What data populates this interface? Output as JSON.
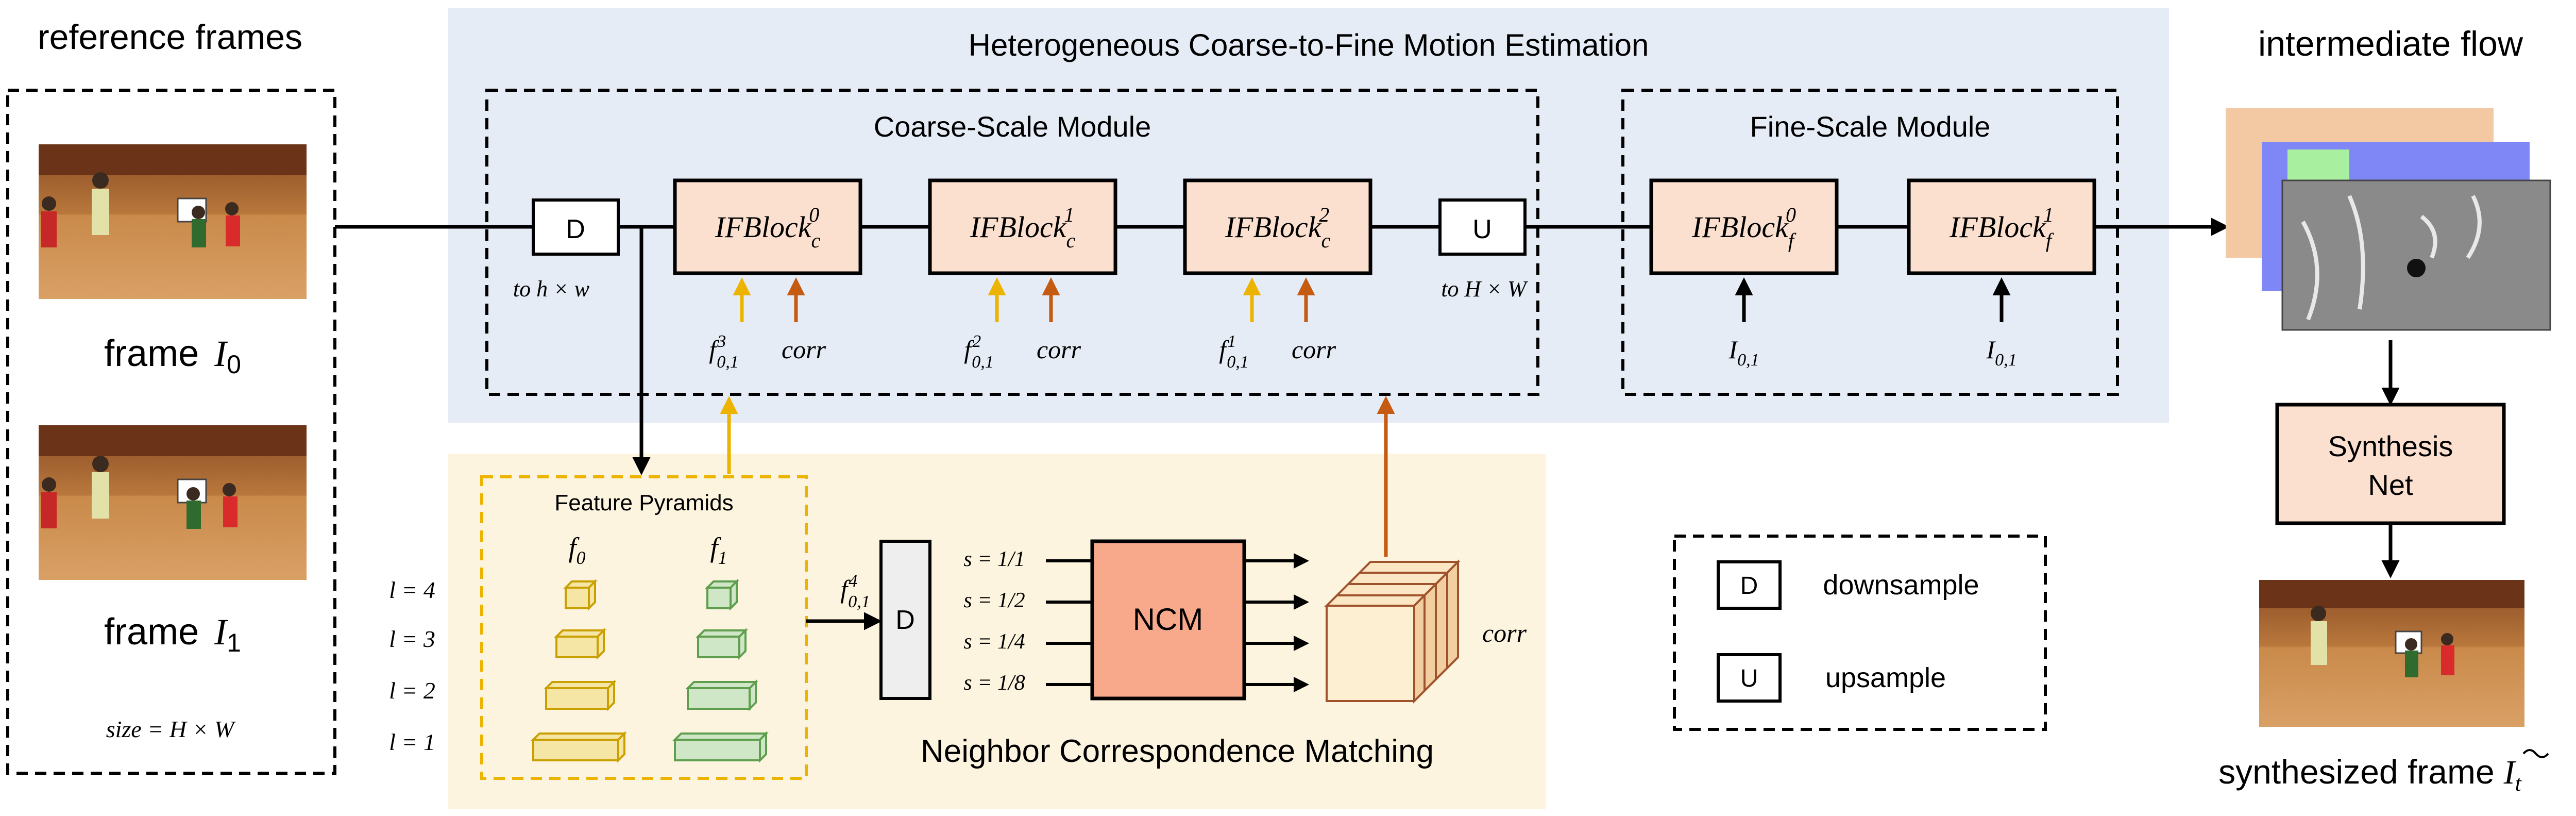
{
  "titles": {
    "reference_frames": "reference frames",
    "motion_estimation": "Heterogeneous Coarse-to-Fine Motion Estimation",
    "coarse_module": "Coarse-Scale Module",
    "fine_module": "Fine-Scale Module",
    "intermediate_flow": "intermediate flow",
    "ncm_section": "Neighbor Correspondence Matching",
    "feature_pyramids": "Feature Pyramids"
  },
  "reference_frames": {
    "frame0_label": "frame",
    "frame0_symbol": "I",
    "frame0_sub": "0",
    "frame1_label": "frame",
    "frame1_symbol": "I",
    "frame1_sub": "1",
    "size": "size = H × W"
  },
  "coarse": {
    "downsample_letter": "D",
    "downsample_caption": "to h × w",
    "upsample_letter": "U",
    "upsample_caption": "to H × W",
    "blocks": [
      {
        "name": "IFBlock",
        "sub": "c",
        "sup": "0",
        "feat_sup": "3",
        "feat_sub": "0,1",
        "feat_base": "f",
        "corr": "corr"
      },
      {
        "name": "IFBlock",
        "sub": "c",
        "sup": "1",
        "feat_sup": "2",
        "feat_sub": "0,1",
        "feat_base": "f",
        "corr": "corr"
      },
      {
        "name": "IFBlock",
        "sub": "c",
        "sup": "2",
        "feat_sup": "1",
        "feat_sub": "0,1",
        "feat_base": "f",
        "corr": "corr"
      }
    ]
  },
  "fine": {
    "blocks": [
      {
        "name": "IFBlock",
        "sub": "f",
        "sup": "0",
        "input": "I",
        "input_sub": "0,1"
      },
      {
        "name": "IFBlock",
        "sub": "f",
        "sup": "1",
        "input": "I",
        "input_sub": "0,1"
      }
    ]
  },
  "pyramids": {
    "f0": "f",
    "f0_sub": "0",
    "f1": "f",
    "f1_sub": "1",
    "levels": [
      "l = 4",
      "l = 3",
      "l = 2",
      "l = 1"
    ],
    "f0_color": "#f6e6a6",
    "f1_color": "#cfe7c6"
  },
  "ncm": {
    "input_label": "f",
    "input_sup": "4",
    "input_sub": "0,1",
    "downsample_letter": "D",
    "scales": [
      "s = 1/1",
      "s = 1/2",
      "s = 1/4",
      "s = 1/8"
    ],
    "ncm_label": "NCM",
    "corr_label": "corr"
  },
  "legend": {
    "d_letter": "D",
    "d_text": "downsample",
    "u_letter": "U",
    "u_text": "upsample"
  },
  "synthesis": {
    "line1": "Synthesis",
    "line2": "Net",
    "output_label": "synthesized frame",
    "output_symbol": "I",
    "output_sub": "t"
  },
  "colors": {
    "motion_bg": "#e6ecf6",
    "ncm_bg": "#fdf4df",
    "ifblock_fill": "#fbe0cf",
    "ncm_fill": "#f8a98b",
    "yellow_arrow": "#ecb400",
    "orange_arrow": "#c55a11",
    "d_fill": "#eeeeee"
  }
}
